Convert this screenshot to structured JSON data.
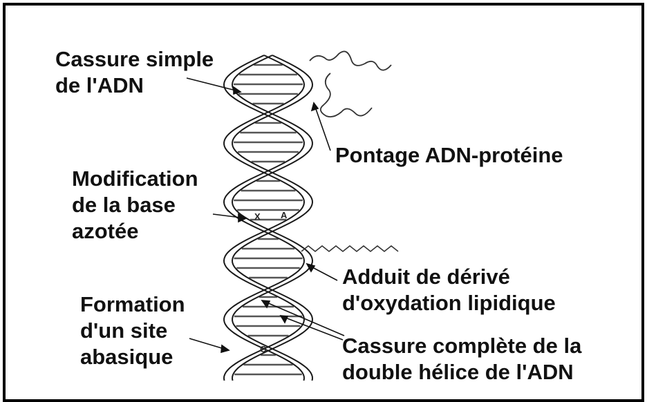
{
  "labels": {
    "single_strand_break": [
      "Cassure simple",
      "de l'ADN"
    ],
    "dna_protein_crosslink": [
      "Pontage ADN-protéine"
    ],
    "base_modification": [
      "Modification",
      "de la base",
      "azotée"
    ],
    "lipid_oxidation_adduct": [
      "Adduit de dérivé",
      "d'oxydation lipidique"
    ],
    "abasic_site_formation": [
      "Formation",
      "d'un site",
      "abasique"
    ],
    "double_strand_break": [
      "Cassure complète de la",
      "double hélice de l'ADN"
    ]
  },
  "base_letters": {
    "modified": "X",
    "adenine": "A",
    "cytosine": "C"
  },
  "colors": {
    "ink": "#111111",
    "frame": "#000000",
    "background": "#ffffff"
  }
}
